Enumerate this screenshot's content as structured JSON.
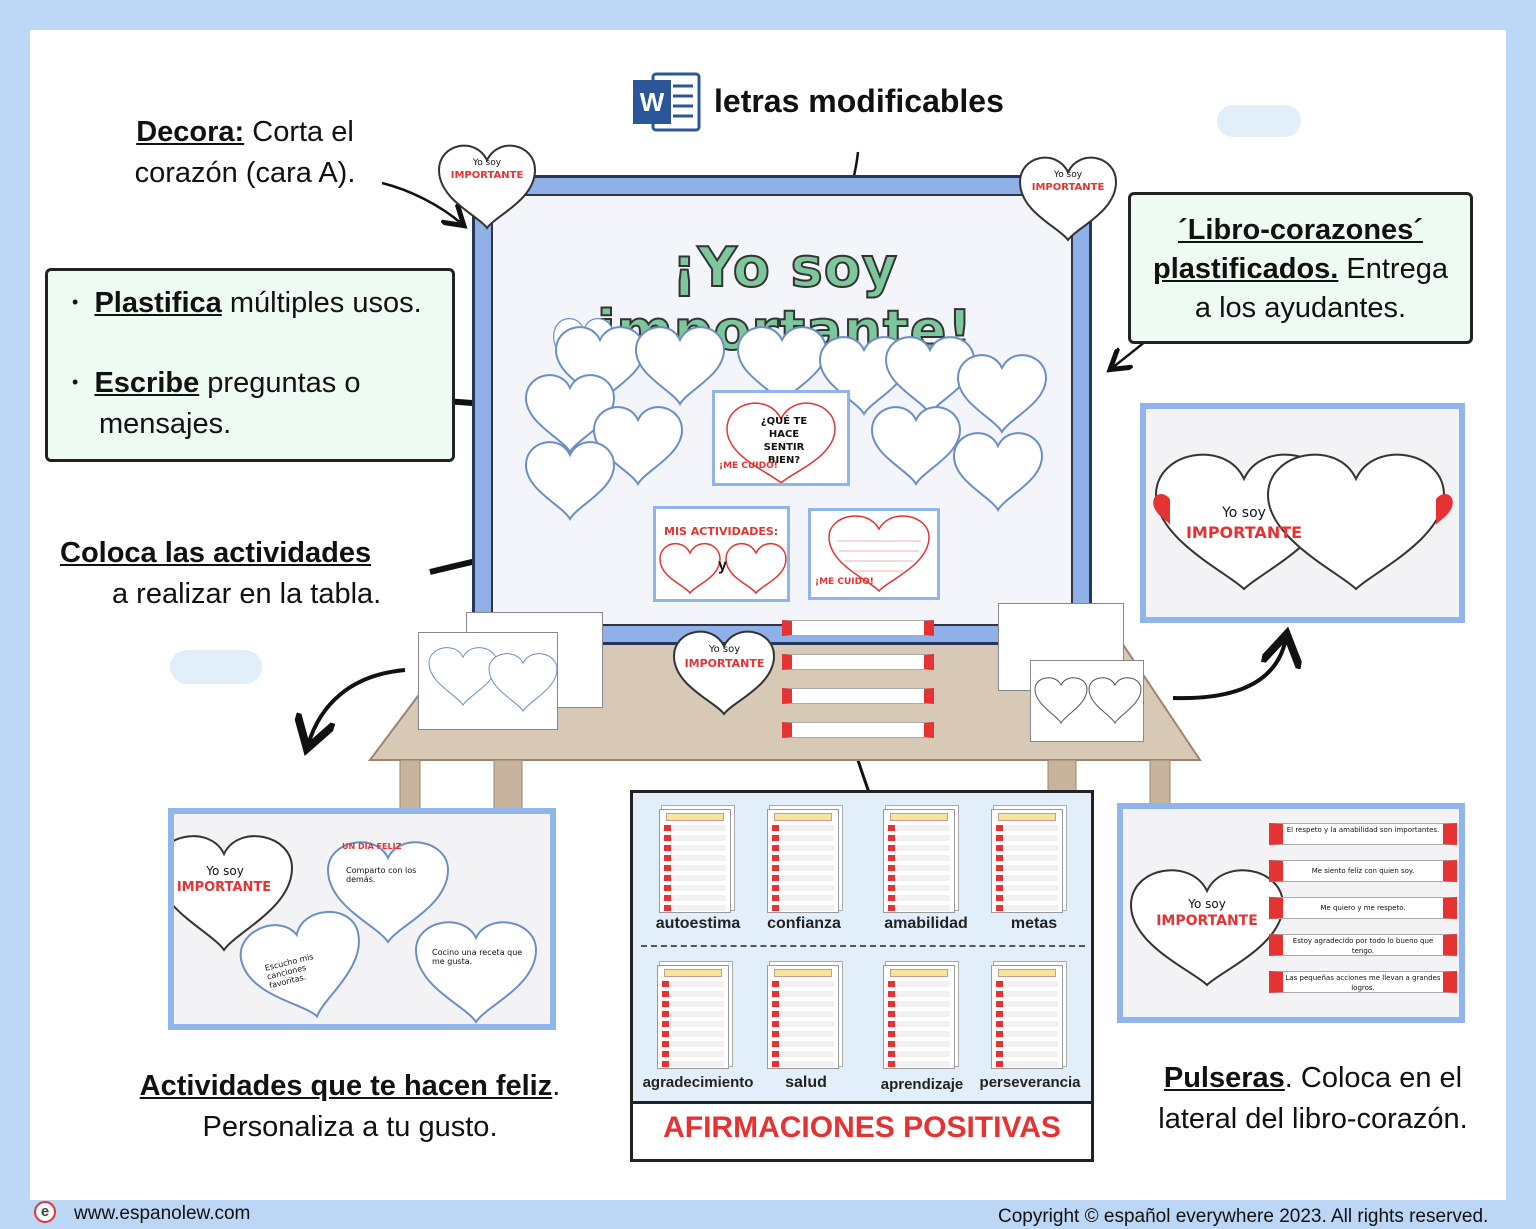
{
  "header": {
    "word_label": "letras modificables"
  },
  "board": {
    "title": "¡Yo soy importante!"
  },
  "annotations": {
    "decora_bold": "Decora:",
    "decora_rest": " Corta el",
    "decora_line2": "corazón (cara A).",
    "plastifica_bold": "Plastifica",
    "plastifica_rest": " múltiples usos.",
    "escribe_bold": "Escribe",
    "escribe_rest": " preguntas o",
    "escribe_line2": "mensajes.",
    "libro_bold1": "´Libro-corazones´",
    "libro_bold2": "plastificados.",
    "libro_rest": " Entrega",
    "libro_line3": "a los ayudantes.",
    "coloca_bold": "Coloca las actividades",
    "coloca_line2": "a realizar en la tabla.",
    "actividades_bold": "Actividades que te hacen feliz",
    "actividades_dot": ".",
    "actividades_line2": "Personaliza a tu gusto.",
    "pulseras_bold": "Pulseras",
    "pulseras_rest": ". Coloca en el",
    "pulseras_line2": "lateral del libro-corazón."
  },
  "hearts": {
    "yo_soy": "Yo soy",
    "importante": "IMPORTANTE",
    "que_te_hace": "¿QUÉ TE HACE SENTIR BIEN?",
    "me_cuido": "¡ME CUIDO!",
    "mis_actividades": "MIS ACTIVIDADES:",
    "y": "y",
    "un_dia_feliz": "UN DÍA FELIZ",
    "comparto": "Comparto con los demás.",
    "escucho": "Escucho mis canciones favoritas.",
    "cocino": "Cocino una receta que me gusta."
  },
  "pulseras": [
    "El respeto y la amabilidad son importantes.",
    "Me siento feliz con quien soy.",
    "Me quiero y me respeto.",
    "Estoy agradecido por todo lo bueno que tengo.",
    "Las pequeñas acciones me llevan a grandes logros."
  ],
  "affirmations": {
    "title": "AFIRMACIONES POSITIVAS",
    "row1": [
      "autoestima",
      "confianza",
      "amabilidad",
      "metas"
    ],
    "row2": [
      "agradecimiento",
      "salud",
      "aprendizaje",
      "perseverancia"
    ]
  },
  "footer": {
    "website": "www.espanolew.com",
    "copyright": "Copyright © español everywhere 2023. All rights reserved."
  },
  "colors": {
    "background": "#bcd6f5",
    "board_frame": "#8fb1e8",
    "title_green": "#7cc79b",
    "accent_red": "#e53333",
    "note_box": "#eefbf2"
  }
}
